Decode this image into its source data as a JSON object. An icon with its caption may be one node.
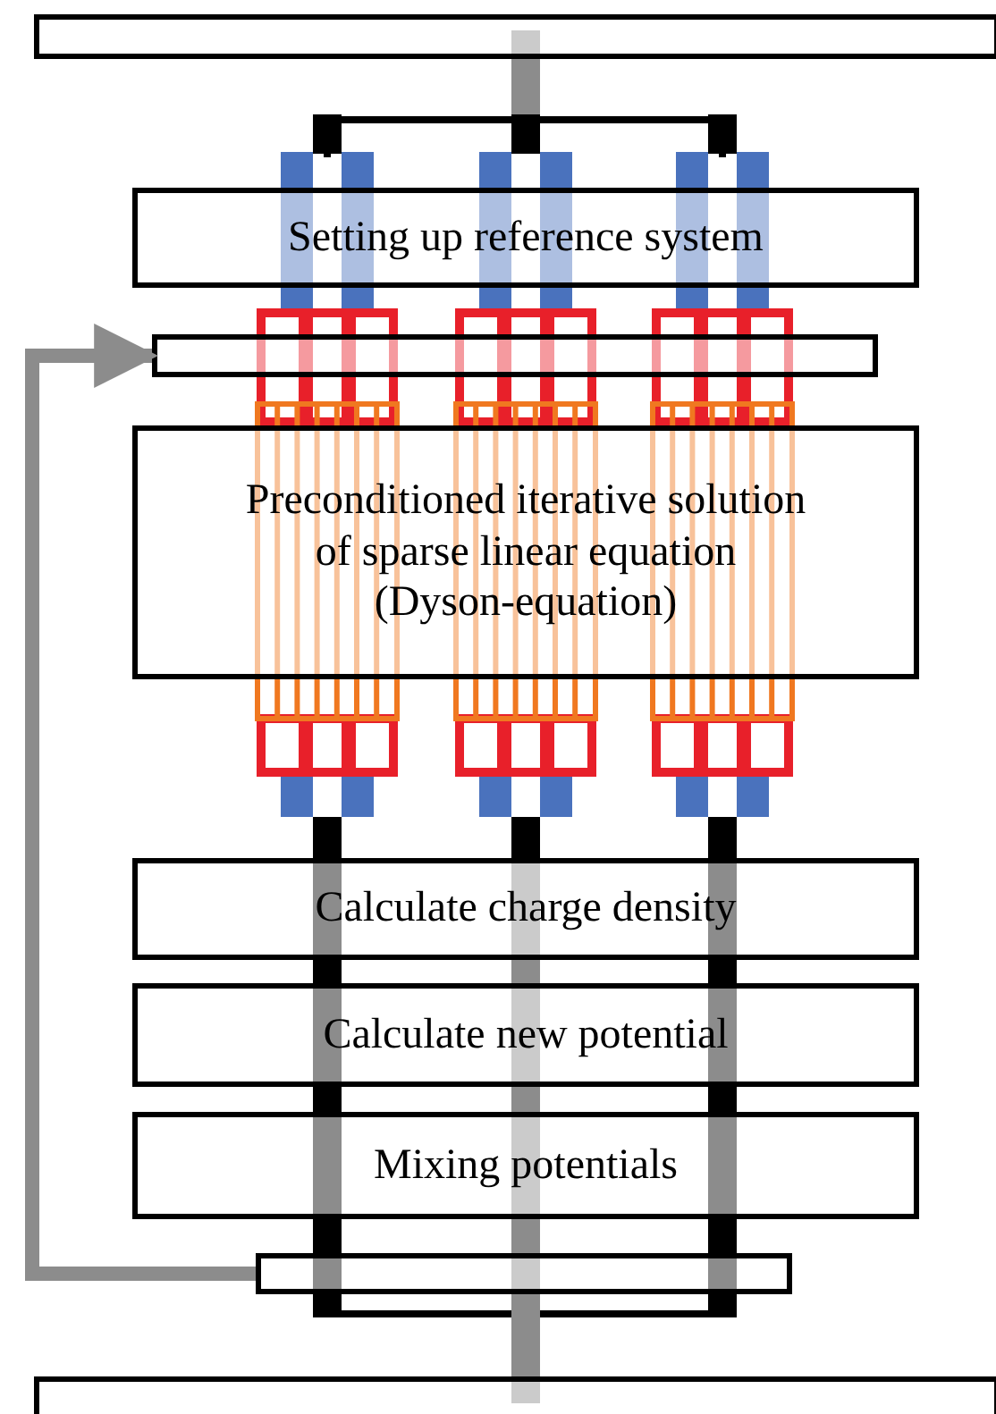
{
  "diagram": {
    "nodes": [
      {
        "text": [],
        "shape": "bar"
      },
      {
        "text": [
          "Setting up reference system"
        ]
      },
      {
        "text": [],
        "shape": "bar"
      },
      {
        "text": [
          "Preconditioned iterative solution of sparse linear equation (Dyson-equation)"
        ]
      },
      {
        "text": [
          "Calculate charge density"
        ]
      },
      {
        "text": [
          "Calculate new potential"
        ]
      },
      {
        "text": [
          "Mixing potentials"
        ]
      },
      {
        "text": [],
        "shape": "bar"
      },
      {
        "text": [],
        "shape": "bar"
      }
    ],
    "edges": [
      {
        "from": 7,
        "to": 2,
        "arrow": "to"
      }
    ]
  }
}
